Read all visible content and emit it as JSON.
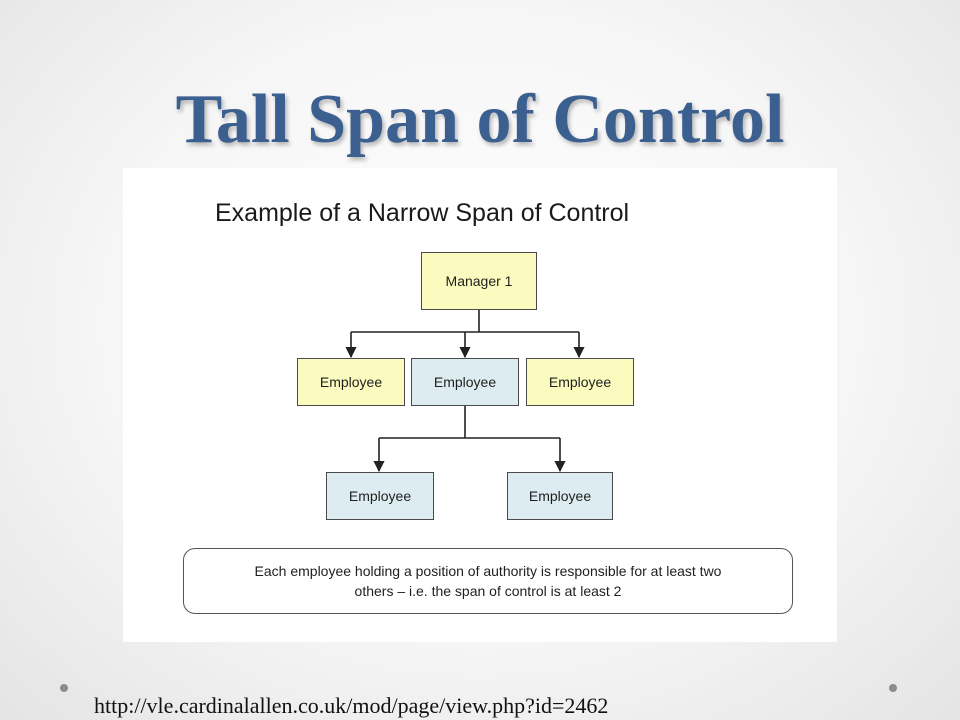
{
  "slide": {
    "title": "Tall Span of Control",
    "source_url": "http://vle.cardinalallen.co.uk/mod/page/view.php?id=2462"
  },
  "diagram": {
    "title": "Example of a Narrow Span of Control",
    "nodes": {
      "manager": "Manager 1",
      "level1_left": "Employee",
      "level1_center": "Employee",
      "level1_right": "Employee",
      "level2_left": "Employee",
      "level2_right": "Employee"
    },
    "note_lines": [
      "Each employee holding a position of authority is responsible for at least two",
      "others – i.e. the span of control is at least 2"
    ]
  },
  "colors": {
    "title": "#3b5f8f",
    "node_yellow": "#fbfbbf",
    "node_blue": "#dcecf0"
  }
}
